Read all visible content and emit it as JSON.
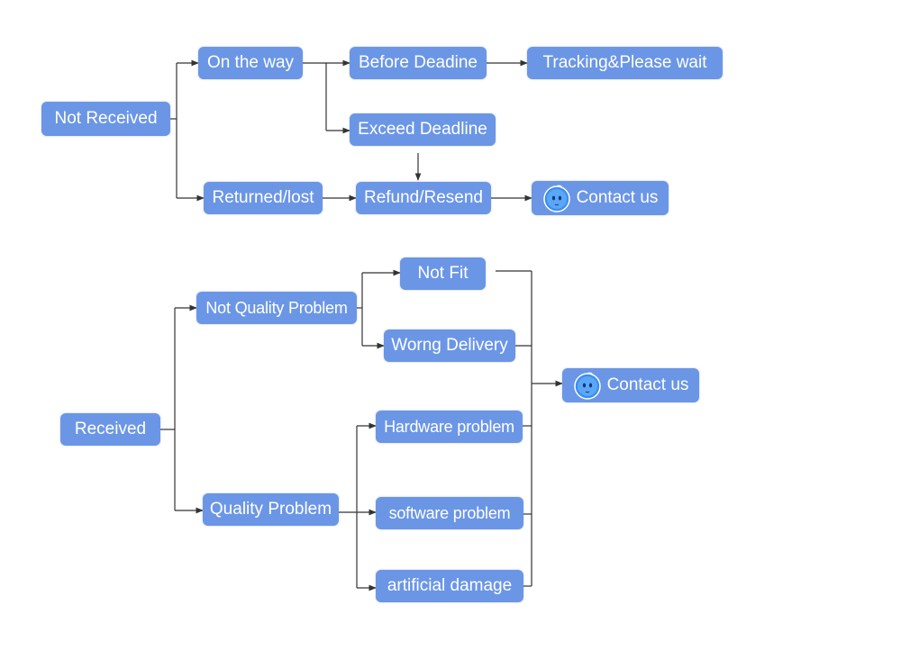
{
  "not_received_tree": {
    "root": "Not Received",
    "on_the_way": "On the way",
    "before_deadline": "Before Deadine",
    "tracking": "Tracking&Please wait",
    "exceed_deadline": "Exceed Deadline",
    "returned_lost": "Returned/lost",
    "refund_resend": "Refund/Resend",
    "contact": "Contact us"
  },
  "received_tree": {
    "root": "Received",
    "not_quality_problem": "Not Quality Problem",
    "not_fit": "Not Fit",
    "wrong_delivery": "Worng Delivery",
    "quality_problem": "Quality Problem",
    "hardware_problem": "Hardware problem",
    "software_problem": "software problem",
    "artificial_damage": "artificial damage",
    "contact": "Contact us"
  },
  "colors": {
    "node_fill": "#6b96e6",
    "node_text": "#ffffff",
    "connector": "#333333",
    "icon_blue": "#3a8ef0"
  },
  "icons": {
    "contact_icon": "chat-bubble-icon"
  }
}
